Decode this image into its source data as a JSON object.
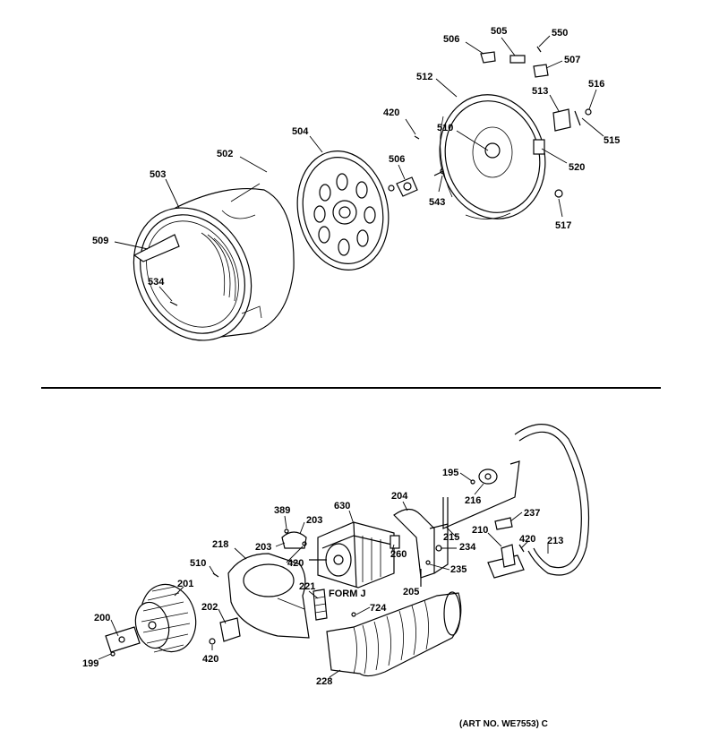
{
  "callouts": [
    {
      "id": "506a",
      "label": "506"
    },
    {
      "id": "505",
      "label": "505"
    },
    {
      "id": "550",
      "label": "550"
    },
    {
      "id": "507",
      "label": "507"
    },
    {
      "id": "512",
      "label": "512"
    },
    {
      "id": "516",
      "label": "516"
    },
    {
      "id": "513",
      "label": "513"
    },
    {
      "id": "420a",
      "label": "420"
    },
    {
      "id": "510a",
      "label": "510"
    },
    {
      "id": "515",
      "label": "515"
    },
    {
      "id": "504",
      "label": "504"
    },
    {
      "id": "506b",
      "label": "506"
    },
    {
      "id": "520",
      "label": "520"
    },
    {
      "id": "502",
      "label": "502"
    },
    {
      "id": "503",
      "label": "503"
    },
    {
      "id": "543",
      "label": "543"
    },
    {
      "id": "517",
      "label": "517"
    },
    {
      "id": "509",
      "label": "509"
    },
    {
      "id": "534",
      "label": "534"
    },
    {
      "id": "195",
      "label": "195"
    },
    {
      "id": "216",
      "label": "216"
    },
    {
      "id": "204",
      "label": "204"
    },
    {
      "id": "237",
      "label": "237"
    },
    {
      "id": "630",
      "label": "630"
    },
    {
      "id": "389",
      "label": "389"
    },
    {
      "id": "203a",
      "label": "203"
    },
    {
      "id": "215",
      "label": "215"
    },
    {
      "id": "210",
      "label": "210"
    },
    {
      "id": "420b",
      "label": "420"
    },
    {
      "id": "213",
      "label": "213"
    },
    {
      "id": "218",
      "label": "218"
    },
    {
      "id": "203b",
      "label": "203"
    },
    {
      "id": "234",
      "label": "234"
    },
    {
      "id": "260",
      "label": "260"
    },
    {
      "id": "420c",
      "label": "420"
    },
    {
      "id": "510b",
      "label": "510"
    },
    {
      "id": "235",
      "label": "235"
    },
    {
      "id": "221",
      "label": "221"
    },
    {
      "id": "205",
      "label": "205"
    },
    {
      "id": "201",
      "label": "201"
    },
    {
      "id": "202",
      "label": "202"
    },
    {
      "id": "724",
      "label": "724"
    },
    {
      "id": "200",
      "label": "200"
    },
    {
      "id": "199",
      "label": "199"
    },
    {
      "id": "420d",
      "label": "420"
    },
    {
      "id": "228",
      "label": "228"
    }
  ],
  "motor_label": "FORM J",
  "art_number": "(ART NO. WE7553) C"
}
